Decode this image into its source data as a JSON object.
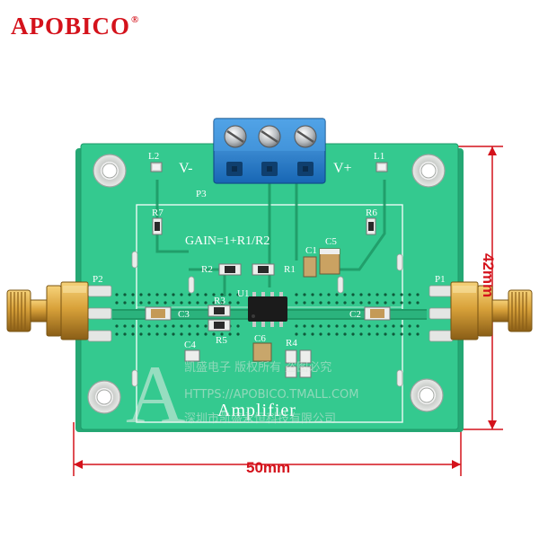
{
  "brand": {
    "name": "APOBICO",
    "registered_mark": "®"
  },
  "board": {
    "title": "Amplifier",
    "gain_formula": "GAIN=1+R1/R2",
    "labels": {
      "v_minus": "V-",
      "v_plus": "V+",
      "p1": "P1",
      "p2": "P2",
      "p3": "P3",
      "l1": "L1",
      "l2": "L2",
      "r1": "R1",
      "r2": "R2",
      "r3": "R3",
      "r4": "R4",
      "r5": "R5",
      "r6": "R6",
      "r7": "R7",
      "c1": "C1",
      "c2": "C2",
      "c3": "C3",
      "c4": "C4",
      "c5": "C5",
      "c6": "C6",
      "u1": "U1"
    }
  },
  "watermark": {
    "letter": "A",
    "line1": "凯盛电子 版权所有 盗图必究",
    "line2": "HTTPS://APOBICO.TMALL.COM",
    "line3": "深圳市凯盛永恒科技有限公司"
  },
  "dimensions": {
    "width": "50mm",
    "height": "42mm"
  },
  "colors": {
    "brand_red": "#d4121b",
    "pcb_green": "#2fc68c",
    "terminal_blue": "#1f7fd0",
    "gold": "#d9a23a"
  }
}
